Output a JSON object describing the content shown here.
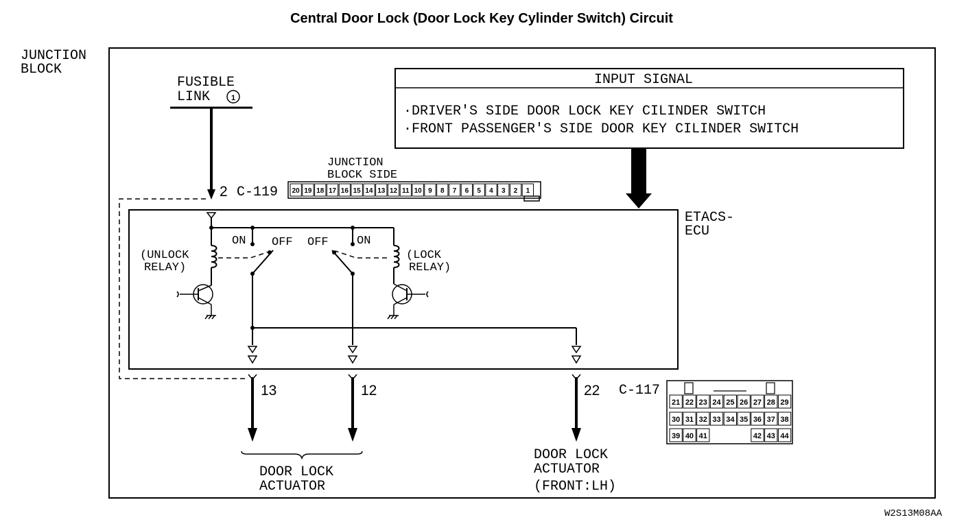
{
  "title": "Central Door Lock (Door Lock Key Cylinder Switch) Circuit",
  "junction_block": [
    "JUNCTION",
    "BLOCK"
  ],
  "fusible_link": [
    "FUSIBLE",
    "LINK"
  ],
  "fusible_link_number": "1",
  "connector_c119": {
    "pin": "2",
    "name": "C-119"
  },
  "junction_block_side": [
    "JUNCTION",
    "BLOCK SIDE"
  ],
  "c119_pins": [
    "20",
    "19",
    "18",
    "17",
    "16",
    "15",
    "14",
    "13",
    "12",
    "11",
    "10",
    "9",
    "8",
    "7",
    "6",
    "5",
    "4",
    "3",
    "2",
    "1"
  ],
  "input_signal": {
    "header": "INPUT SIGNAL",
    "items": [
      "·DRIVER'S SIDE DOOR LOCK KEY CILINDER SWITCH",
      "·FRONT PASSENGER'S SIDE DOOR KEY CILINDER SWITCH"
    ]
  },
  "ecu_label": [
    "ETACS-",
    "ECU"
  ],
  "unlock_relay": [
    "(UNLOCK",
    "RELAY)"
  ],
  "lock_relay": [
    "(LOCK",
    "RELAY)"
  ],
  "switch_labels": {
    "on": "ON",
    "off": "OFF"
  },
  "output_pins": [
    "13",
    "12",
    "22"
  ],
  "connector_c117": {
    "name": "C-117",
    "rows": [
      [
        "21",
        "22",
        "23",
        "24",
        "25",
        "26",
        "27",
        "28",
        "29"
      ],
      [
        "30",
        "31",
        "32",
        "33",
        "34",
        "35",
        "36",
        "37",
        "38"
      ],
      [
        "39",
        "40",
        "41",
        "42",
        "43",
        "44"
      ]
    ]
  },
  "door_lock_actuator": [
    "DOOR LOCK",
    "ACTUATOR"
  ],
  "door_lock_actuator_front": [
    "DOOR LOCK",
    "ACTUATOR",
    "(FRONT:LH)"
  ],
  "figure_code": "W2S13M08AA"
}
